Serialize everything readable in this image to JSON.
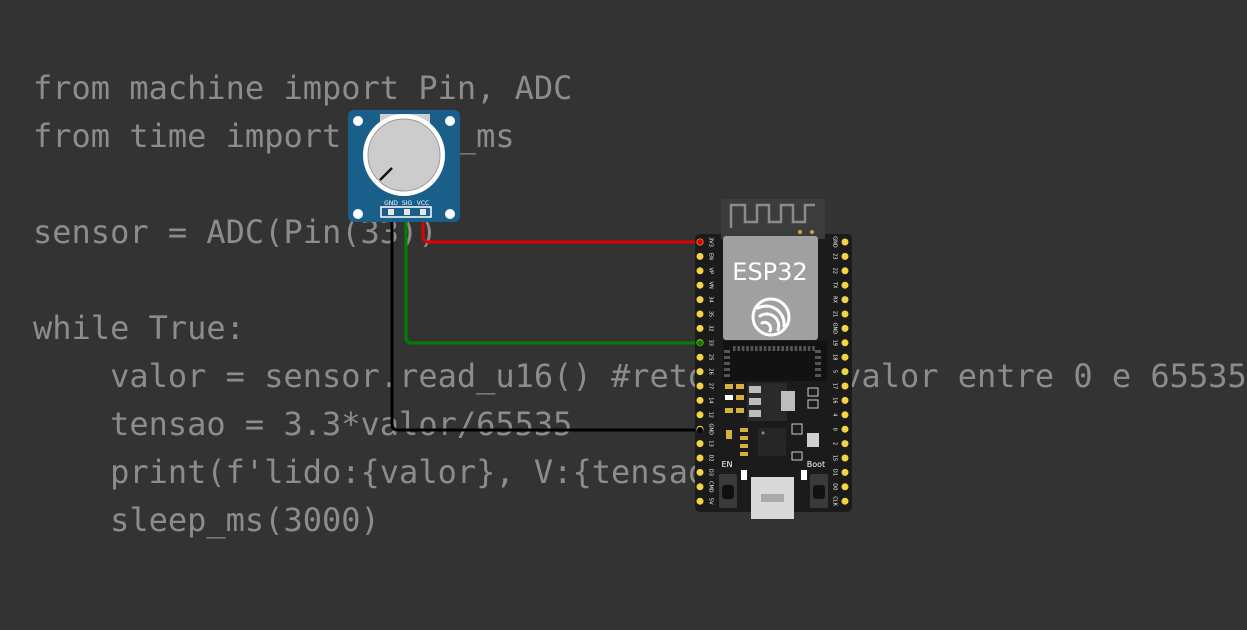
{
  "code_lines": [
    "from machine import Pin, ADC",
    "from time import sleep_ms",
    "",
    "sensor = ADC(Pin(33))",
    "",
    "while True:",
    "    valor = sensor.read_u16() #retorna um valor entre 0 e 65535",
    "    tensao = 3.3*valor/65535",
    "    print(f'lido:{valor}, V:{tensao}')",
    "    sleep_ms(3000)"
  ],
  "potentiometer": {
    "pin_labels": [
      "GND",
      "SIG",
      "VCC"
    ],
    "color": "#1a5f8a"
  },
  "esp32": {
    "module_label": "ESP32",
    "left_pins": [
      "3V3",
      "EN",
      "VP",
      "VN",
      "34",
      "35",
      "32",
      "33",
      "25",
      "26",
      "27",
      "14",
      "12",
      "GND",
      "13",
      "D2",
      "D3",
      "CMD",
      "5V"
    ],
    "right_pins": [
      "GND",
      "23",
      "22",
      "TX",
      "RX",
      "21",
      "GND",
      "19",
      "18",
      "5",
      "17",
      "16",
      "4",
      "0",
      "2",
      "15",
      "D1",
      "D0",
      "CLK"
    ],
    "en_label": "EN",
    "boot_label": "Boot"
  },
  "wires": {
    "vcc_color": "#e00000",
    "signal_color": "#008000",
    "gnd_color": "#000000"
  }
}
